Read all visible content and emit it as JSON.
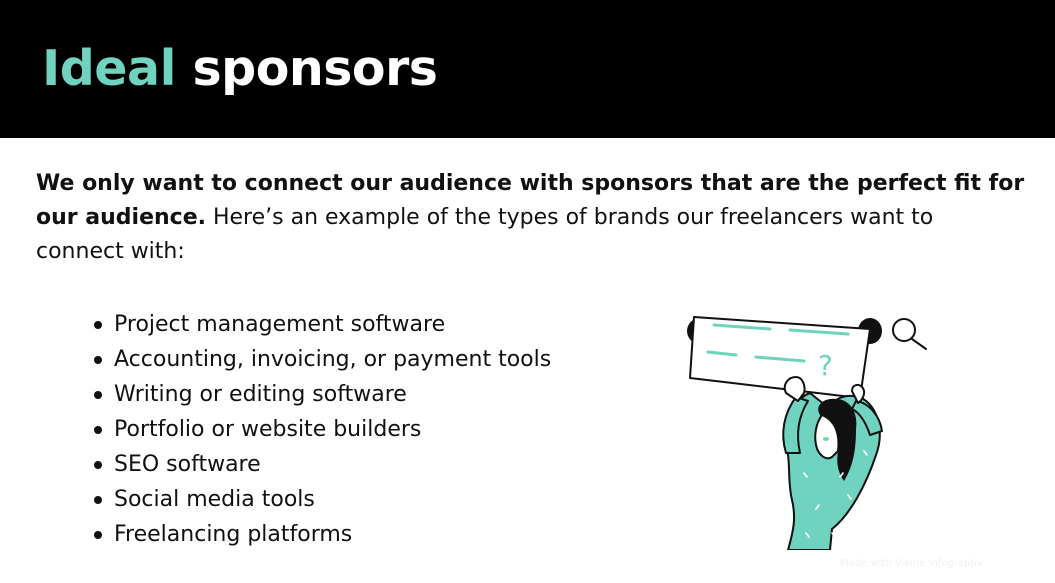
{
  "header": {
    "title_accent": "Ideal",
    "title_rest": "sponsors",
    "accent_color": "#6fd3c0",
    "background_color": "#000000"
  },
  "intro": {
    "bold_text": "We only want to connect our audience with sponsors that are the perfect fit for our audience.",
    "regular_text": " Here’s an example of the types of brands our freelancers want to connect with:"
  },
  "bullets": [
    "Project management software",
    "Accounting, invoicing, or payment tools",
    "Writing or editing software",
    "Portfolio or website builders",
    "SEO software",
    "Social media tools",
    "Freelancing platforms"
  ],
  "illustration": {
    "icon": "magnifier-icon",
    "symbol": "?"
  },
  "watermark": "Made with Visme Infographic"
}
